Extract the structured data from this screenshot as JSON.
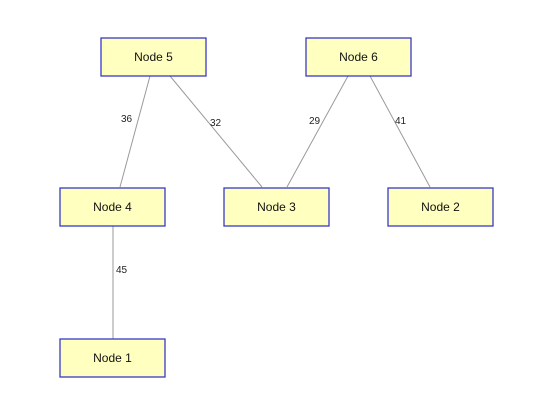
{
  "diagram": {
    "style": {
      "node_fill": "#ffffc0",
      "node_border": "#3838c8",
      "edge_color": "#9a9a9a"
    },
    "nodes": [
      {
        "id": "n5",
        "label": "Node 5"
      },
      {
        "id": "n6",
        "label": "Node 6"
      },
      {
        "id": "n4",
        "label": "Node 4"
      },
      {
        "id": "n3",
        "label": "Node 3"
      },
      {
        "id": "n2",
        "label": "Node 2"
      },
      {
        "id": "n1",
        "label": "Node 1"
      }
    ],
    "edges": [
      {
        "id": "e54",
        "from": "n5",
        "to": "n4",
        "weight": "36"
      },
      {
        "id": "e53",
        "from": "n5",
        "to": "n3",
        "weight": "32"
      },
      {
        "id": "e63",
        "from": "n6",
        "to": "n3",
        "weight": "29"
      },
      {
        "id": "e62",
        "from": "n6",
        "to": "n2",
        "weight": "41"
      },
      {
        "id": "e41",
        "from": "n4",
        "to": "n1",
        "weight": "45"
      }
    ]
  }
}
